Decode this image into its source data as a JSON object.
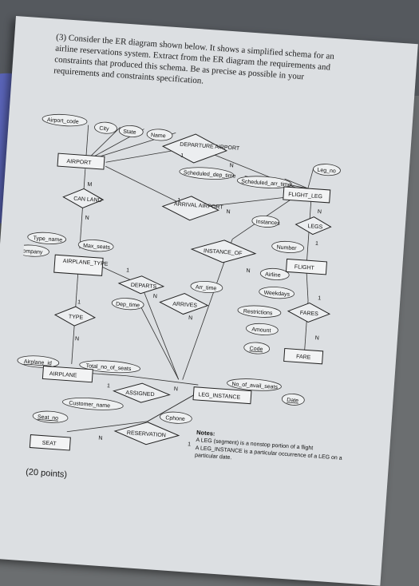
{
  "question": {
    "text": "(3) Consider the ER diagram shown below. It shows a simplified schema for an airline reservations system. Extract from the ER diagram the requirements and constraints that produced this schema. Be as precise as possible in your requirements and constraints specification."
  },
  "entities": {
    "airport": "AIRPORT",
    "flight_leg": "FLIGHT_LEG",
    "flight": "FLIGHT",
    "fare": "FARE",
    "airplane_type": "AIRPLANE_TYPE",
    "airplane": "AIRPLANE",
    "leg_instance": "LEG_INSTANCE",
    "seat": "SEAT"
  },
  "relationships": {
    "departure_airport": "DEPARTURE AIRPORT",
    "arrival_airport": "ARRIVAL AIRPORT",
    "can_land": "CAN LAND",
    "legs": "LEGS",
    "instance_of": "INSTANCE_OF",
    "departs": "DEPARTS",
    "arrives": "ARRIVES",
    "fares": "FARES",
    "type": "TYPE",
    "assigned": "ASSIGNED",
    "reservation": "RESERVATION"
  },
  "attributes": {
    "airport_code": "Airport_code",
    "city": "City",
    "state": "State",
    "name": "Name",
    "leg_no": "Leg_no",
    "sched_dep_time": "Scheduled_dep_time",
    "sched_arr_time": "Scheduled_arr_time",
    "instances": "Instances",
    "number": "Number",
    "airline": "Airline",
    "weekdays": "Weekdays",
    "restrictions": "Restrictions",
    "amount": "Amount",
    "code": "Code",
    "type_name": "Type_name",
    "max_seats": "Max_seats",
    "company": "Company",
    "arr_time": "Arr_time",
    "dep_time": "Dep_time",
    "airplane_id": "Airplane_id",
    "total_no_of_seats": "Total_no_of_seats",
    "no_of_avail_seats": "No_of_avail_seats",
    "date": "Date",
    "customer_name": "Customer_name",
    "cphone": "Cphone",
    "seat_no": "Seat_no"
  },
  "cardinalities": {
    "one": "1",
    "n": "N",
    "m": "M"
  },
  "notes": {
    "title": "Notes:",
    "line1": "A LEG (segment) is a nonstop portion of a flight",
    "line2": "A LEG_INSTANCE is a particular occurrence of a LEG on a particular date."
  },
  "points": "(20 points)"
}
